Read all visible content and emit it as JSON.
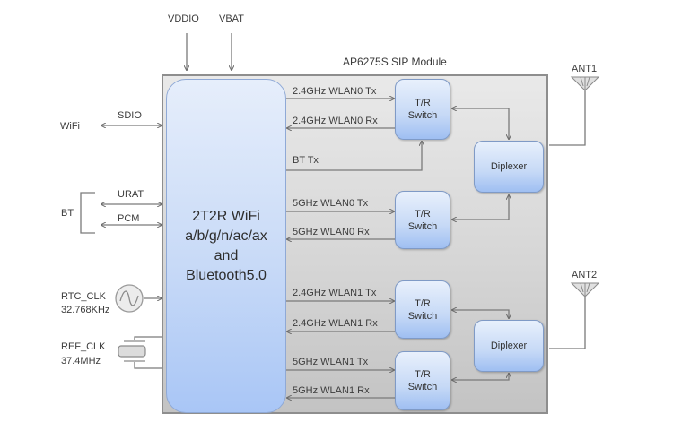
{
  "module": {
    "title": "AP6275S SIP Module"
  },
  "power": {
    "vddio": "VDDIO",
    "vbat": "VBAT"
  },
  "chip": {
    "lines": [
      "2T2R WiFi",
      "a/b/g/n/ac/ax",
      "and",
      "Bluetooth5.0"
    ]
  },
  "external": {
    "wifi": "WiFi",
    "sdio": "SDIO",
    "bt": "BT",
    "uart": "URAT",
    "pcm": "PCM",
    "rtc_clk": "RTC_CLK",
    "rtc_freq": "32.768KHz",
    "ref_clk": "REF_CLK",
    "ref_freq": "37.4MHz"
  },
  "signals": [
    {
      "label": "2.4GHz WLAN0 Tx"
    },
    {
      "label": "2.4GHz WLAN0 Rx"
    },
    {
      "label": "BT Tx"
    },
    {
      "label": "5GHz WLAN0 Tx"
    },
    {
      "label": "5GHz WLAN0 Rx"
    },
    {
      "label": "2.4GHz WLAN1 Tx"
    },
    {
      "label": "2.4GHz WLAN1 Rx"
    },
    {
      "label": "5GHz WLAN1 Tx"
    },
    {
      "label": "5GHz WLAN1 Rx"
    }
  ],
  "switches": [
    {
      "line1": "T/R",
      "line2": "Switch"
    },
    {
      "line1": "T/R",
      "line2": "Switch"
    },
    {
      "line1": "T/R",
      "line2": "Switch"
    },
    {
      "line1": "T/R",
      "line2": "Switch"
    }
  ],
  "diplexers": [
    {
      "label": "Diplexer"
    },
    {
      "label": "Diplexer"
    }
  ],
  "antennas": [
    {
      "label": "ANT1"
    },
    {
      "label": "ANT2"
    }
  ],
  "colors": {
    "block_fill": "#c6d9f6",
    "module_fill": "#d6d6d6",
    "line": "#7a7a7a"
  }
}
